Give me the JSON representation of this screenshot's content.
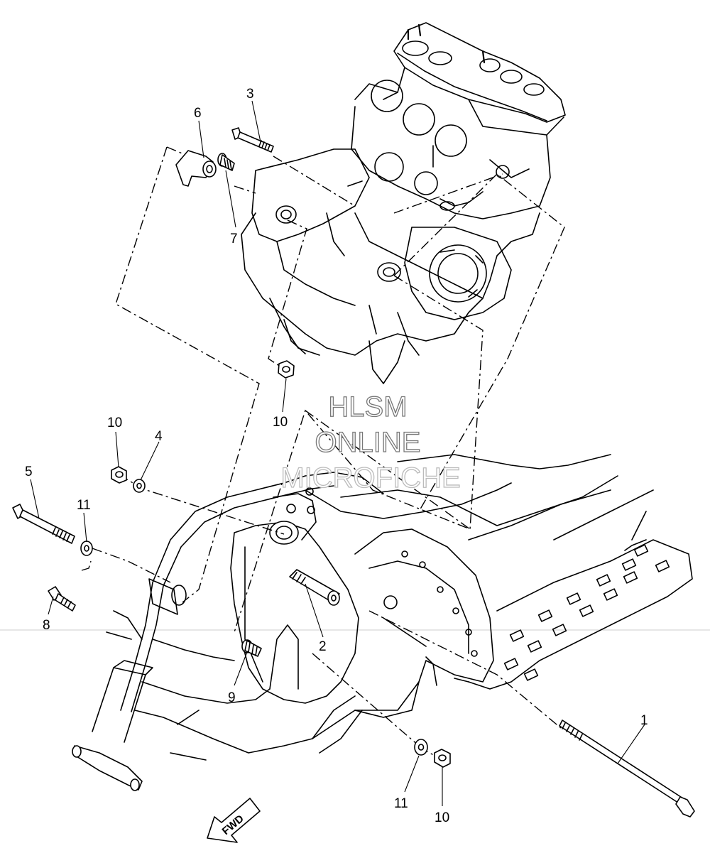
{
  "callouts": {
    "c1": "1",
    "c2": "2",
    "c3": "3",
    "c4": "4",
    "c5": "5",
    "c6": "6",
    "c7": "7",
    "c8": "8",
    "c9": "9",
    "c10_engine": "10",
    "c10_left": "10",
    "c10_bottom": "10",
    "c11_left": "11",
    "c11_bottom": "11"
  },
  "watermark": {
    "line1": "HLSM",
    "line2": "ONLINE",
    "line3": "MICROFICHE"
  },
  "direction": {
    "label": "FWD"
  }
}
